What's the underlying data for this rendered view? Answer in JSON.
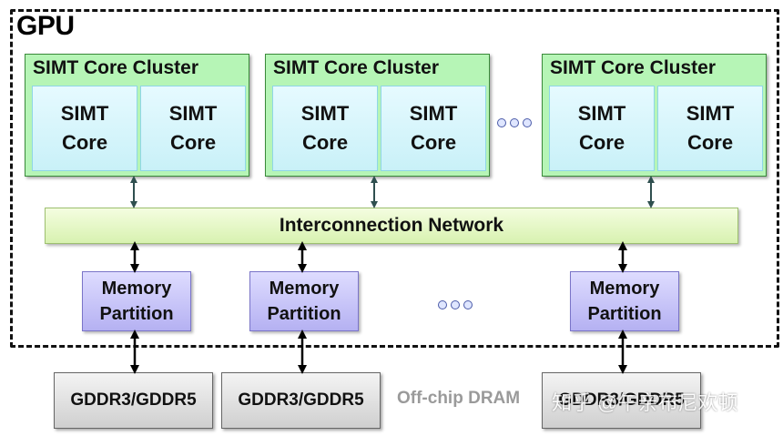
{
  "gpu": {
    "label": "GPU"
  },
  "clusters": [
    {
      "title": "SIMT Core Cluster",
      "cores": [
        [
          "SIMT",
          "Core"
        ],
        [
          "SIMT",
          "Core"
        ]
      ]
    },
    {
      "title": "SIMT Core Cluster",
      "cores": [
        [
          "SIMT",
          "Core"
        ],
        [
          "SIMT",
          "Core"
        ]
      ]
    },
    {
      "title": "SIMT Core Cluster",
      "cores": [
        [
          "SIMT",
          "Core"
        ],
        [
          "SIMT",
          "Core"
        ]
      ]
    }
  ],
  "network": {
    "label": "Interconnection Network"
  },
  "memory_partitions": [
    {
      "line1": "Memory",
      "line2": "Partition"
    },
    {
      "line1": "Memory",
      "line2": "Partition"
    },
    {
      "line1": "Memory",
      "line2": "Partition"
    }
  ],
  "dram": {
    "label": "Off-chip DRAM",
    "modules": [
      "GDDR3/GDDR5",
      "GDDR3/GDDR5",
      "GDDR3/GDDR5"
    ]
  },
  "watermark": "知乎 @午亲布尼欢顿",
  "colors": {
    "cluster_fill": "#b6f5b6",
    "core_fill": "#d4f5fb",
    "network_fill": "#e2f6c4",
    "memory_fill": "#c8c5f7",
    "dram_fill": "#dedede"
  }
}
